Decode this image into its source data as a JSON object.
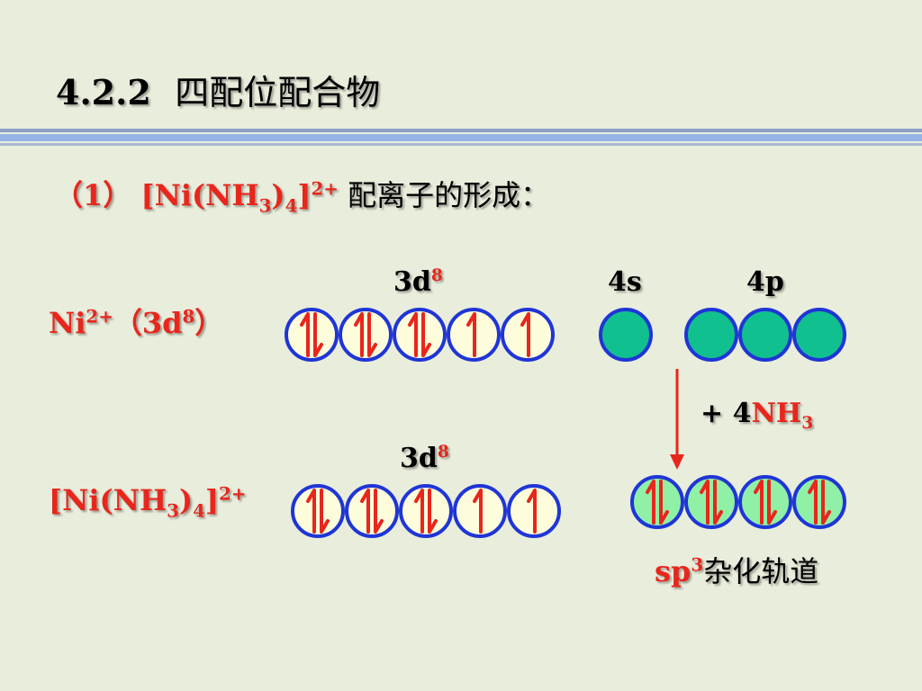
{
  "slide": {
    "section_number": "4.2.2",
    "section_title": "四配位配合物",
    "item_marker": "（1）",
    "item_complex_prefix": "[Ni(NH",
    "item_sub_3": "3",
    "item_mid": ")",
    "item_sub_4": "4",
    "item_close": "]",
    "item_charge": "2+",
    "item_rest": "配离子的形成："
  },
  "row1": {
    "ion_text": "Ni",
    "ion_charge": "2+",
    "config_open": "（3d",
    "config_sup": "8",
    "config_close": "）",
    "label_3d": "3d",
    "label_3d_sup": "8",
    "label_4s": "4s",
    "label_4p": "4p",
    "orbitals_3d": [
      "paired",
      "paired",
      "paired",
      "single",
      "single"
    ],
    "orbitals_4s": [
      "empty"
    ],
    "orbitals_4p": [
      "empty",
      "empty",
      "empty"
    ]
  },
  "reaction": {
    "plus": "+ 4",
    "reagent": "NH",
    "reagent_sub": "3"
  },
  "row2": {
    "complex_prefix": "[Ni(NH",
    "sub_3": "3",
    "mid": ")",
    "sub_4": "4",
    "close": "]",
    "charge": "2+",
    "label_3d": "3d",
    "label_3d_sup": "8",
    "orbitals_3d": [
      "paired",
      "paired",
      "paired",
      "single",
      "single"
    ],
    "orbitals_sp3": [
      "paired",
      "paired",
      "paired",
      "paired"
    ],
    "hybrid_label": "sp",
    "hybrid_sup": "3",
    "hybrid_text": "杂化轨道"
  },
  "colors": {
    "background": "#e9eddc",
    "orbital_outline": "#1f35d6",
    "orbital_fill_3d": "#fdfddc",
    "orbital_fill_empty": "#11c08f",
    "orbital_fill_sp3": "#8ff0a6",
    "electron_arrow": "#e8261c",
    "accent_red": "#e8261c"
  }
}
